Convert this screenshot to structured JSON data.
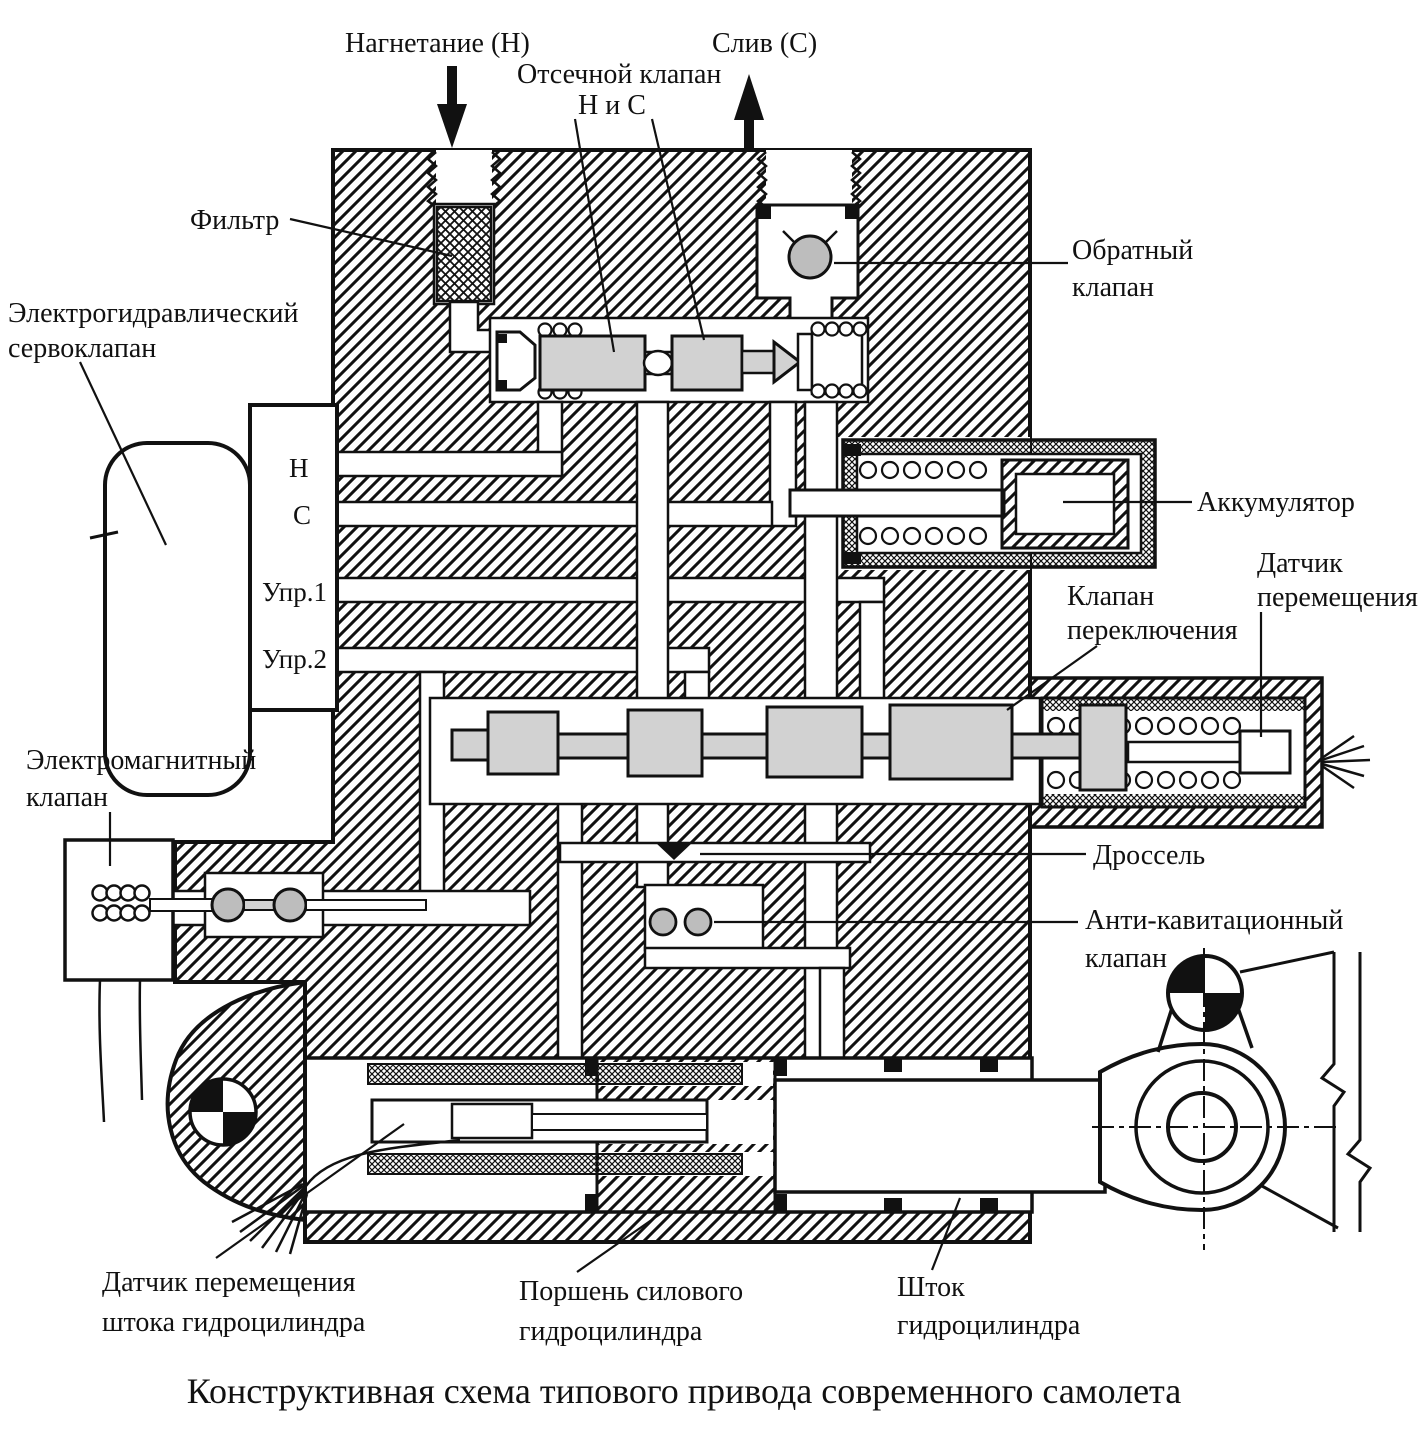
{
  "figure": {
    "title": "Конструктивная схема типового привода современного самолета"
  },
  "labels": {
    "supply": "Нагнетание (Н)",
    "drain": "Слив (С)",
    "cutoff_valve_line1": "Отсечной клапан",
    "cutoff_valve_line2": "Н и С",
    "filter": "Фильтр",
    "servo_line1": "Электрогидравлический",
    "servo_line2": "сервоклапан",
    "check_line1": "Обратный",
    "check_line2": "клапан",
    "accumulator": "Аккумулятор",
    "disp_sensor_line1": "Датчик",
    "disp_sensor_line2": "перемещения",
    "switch_line1": "Клапан",
    "switch_line2": "переключения",
    "solenoid_line1": "Электромагнитный",
    "solenoid_line2": "клапан",
    "throttle": "Дроссель",
    "anticav_line1": "Анти-кавитационный",
    "anticav_line2": "клапан",
    "rod_sensor_line1": "Датчик перемещения",
    "rod_sensor_line2": "штока гидроцилиндра",
    "piston_line1": "Поршень силового",
    "piston_line2": "гидроцилиндра",
    "rod_line1": "Шток",
    "rod_line2": "гидроцилиндра"
  },
  "ports": {
    "h": "Н",
    "c": "С",
    "ctrl1": "Упр.1",
    "ctrl2": "Упр.2"
  },
  "colors": {
    "ink": "#111111",
    "spool": "#d2d2d2",
    "ball": "#bdbdbd",
    "paper": "#ffffff"
  }
}
